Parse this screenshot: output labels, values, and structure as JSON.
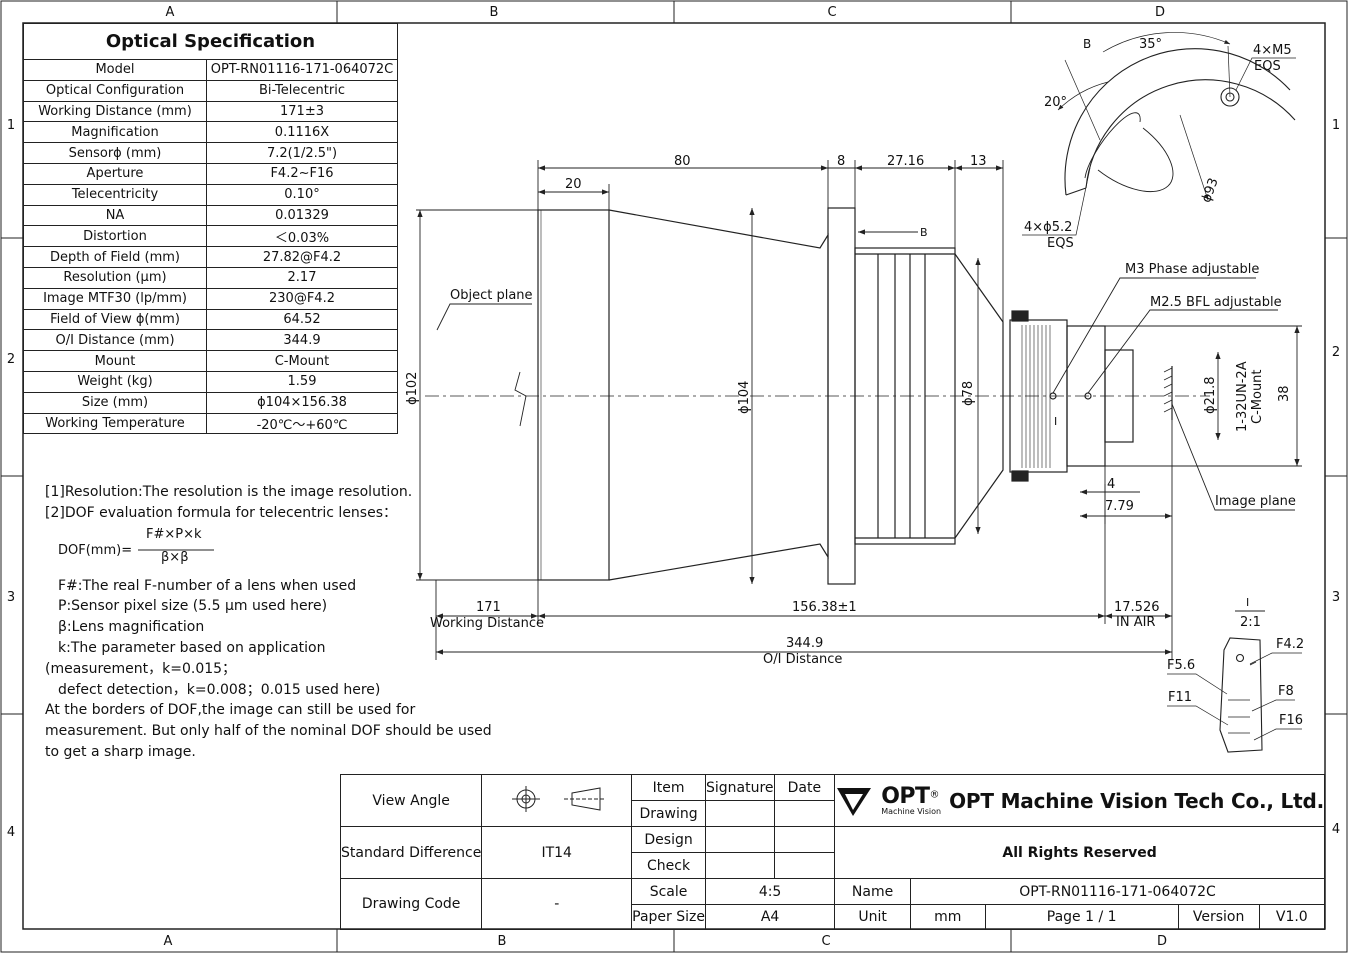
{
  "zones": {
    "columns": [
      "A",
      "B",
      "C",
      "D"
    ],
    "rows": [
      "1",
      "2",
      "3",
      "4"
    ]
  },
  "spec": {
    "title": "Optical Specification",
    "rows": [
      {
        "k": "Model",
        "v": "OPT-RN01116-171-064072C"
      },
      {
        "k": "Optical Configuration",
        "v": "Bi-Telecentric"
      },
      {
        "k": "Working Distance (mm)",
        "v": "171±3"
      },
      {
        "k": "Magnification",
        "v": "0.1116X"
      },
      {
        "k": "Sensorϕ (mm)",
        "v": "7.2(1/2.5\")"
      },
      {
        "k": "Aperture",
        "v": "F4.2~F16"
      },
      {
        "k": "Telecentricity",
        "v": "0.10°"
      },
      {
        "k": "NA",
        "v": "0.01329"
      },
      {
        "k": "Distortion",
        "v": "＜0.03%"
      },
      {
        "k": "Depth of Field (mm)",
        "v": "27.82@F4.2"
      },
      {
        "k": "Resolution (μm)",
        "v": "2.17"
      },
      {
        "k": "Image MTF30 (lp/mm)",
        "v": "230@F4.2"
      },
      {
        "k": "Field of View ϕ(mm)",
        "v": "64.52"
      },
      {
        "k": "O/I Distance (mm)",
        "v": "344.9"
      },
      {
        "k": "Mount",
        "v": "C-Mount"
      },
      {
        "k": "Weight (kg)",
        "v": "1.59"
      },
      {
        "k": "Size (mm)",
        "v": "ϕ104×156.38"
      },
      {
        "k": "Working Temperature",
        "v": "-20℃～+60℃"
      }
    ]
  },
  "notes": {
    "n1": "[1]Resolution:The resolution is  the image resolution.",
    "n2": "[2]DOF evaluation formula for telecentric lenses：",
    "formula_lhs": "DOF(mm)=",
    "formula_num": "F#×P×k",
    "formula_den": "β×β",
    "l1": "F#:The real F-number of a lens when used",
    "l2": "P:Sensor pixel size (5.5 μm used here)",
    "l3": "β:Lens magnification",
    "l4": "k:The parameter based on application",
    "l5": "(measurement，k=0.015；",
    "l6": "defect detection，k=0.008；0.015 used here)",
    "l7": "At the borders of DOF,the image can still be used for",
    "l8": "measurement. But only half of the nominal DOF should be used",
    "l9": "to get a sharp image."
  },
  "drawing": {
    "dim_80": "80",
    "dim_8": "8",
    "dim_27": "27.16",
    "dim_13": "13",
    "dim_20": "20",
    "dia_102": "ϕ102",
    "dia_104": "ϕ104",
    "dia_78": "ϕ78",
    "dia_21": "ϕ21.8",
    "dim_38": "38",
    "thread": "1-32UN-2A",
    "cmount": "C-Mount",
    "dim_4": "4",
    "dim_779": "7.79",
    "dim_171": "171",
    "wd_label": "Working Distance",
    "dim_156": "156.38±1",
    "dim_17": "17.526",
    "in_air": "IN AIR",
    "dim_344": "344.9",
    "oi_label": "O/I Distance",
    "object_plane": "Object plane",
    "image_plane": "Image plane",
    "m3": "M3 Phase adjustable",
    "m25": "M2.5 BFL adjustable",
    "view_b": "B",
    "view_i": "I",
    "detail_b": "B",
    "ang_35": "35°",
    "ang_20": "20°",
    "m5": "4×M5",
    "eqs": "EQS",
    "hole": "4×ϕ5.2",
    "eqs2": "EQS",
    "dia_93": "ϕ93",
    "scale_i": "I",
    "scale": "2:1",
    "f42": "F4.2",
    "f56": "F5.6",
    "f8": "F8",
    "f11": "F11",
    "f16": "F16"
  },
  "titleblock": {
    "view_angle": "View Angle",
    "item": "Item",
    "signature": "Signature",
    "date": "Date",
    "drawing": "Drawing",
    "design": "Design",
    "check": "Check",
    "std_diff": "Standard Difference",
    "std_val": "IT14",
    "drawing_code": "Drawing Code",
    "code_val": "-",
    "scale": "Scale",
    "scale_val": "4:5",
    "paper": "Paper Size",
    "paper_val": "A4",
    "logo": "OPT",
    "logo_reg": "®",
    "logo_sub": "Machine Vision",
    "company": "OPT Machine Vision Tech Co., Ltd.",
    "rights": "All Rights Reserved",
    "name": "Name",
    "name_val": "OPT-RN01116-171-064072C",
    "unit": "Unit",
    "unit_val": "mm",
    "page": "Page  1 / 1",
    "version": "Version",
    "version_val": "V1.0"
  }
}
